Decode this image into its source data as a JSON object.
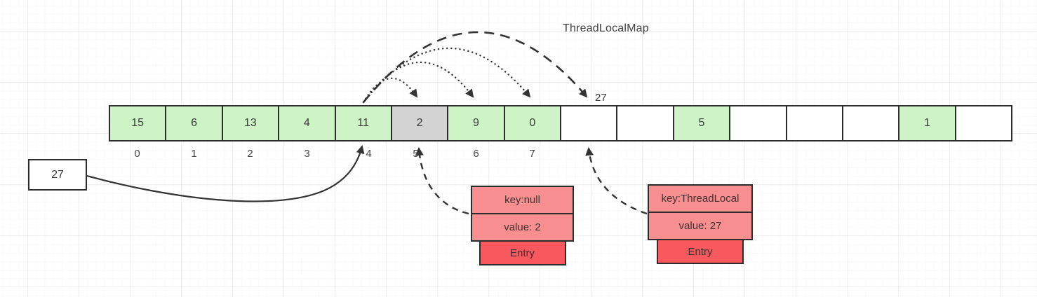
{
  "title": "ThreadLocalMap",
  "array": {
    "cells": [
      {
        "value": "15",
        "state": "green"
      },
      {
        "value": "6",
        "state": "green"
      },
      {
        "value": "13",
        "state": "green"
      },
      {
        "value": "4",
        "state": "green"
      },
      {
        "value": "11",
        "state": "green"
      },
      {
        "value": "2",
        "state": "gray"
      },
      {
        "value": "9",
        "state": "green"
      },
      {
        "value": "0",
        "state": "green"
      },
      {
        "value": "",
        "state": "empty"
      },
      {
        "value": "",
        "state": "empty"
      },
      {
        "value": "5",
        "state": "green"
      },
      {
        "value": "",
        "state": "empty"
      },
      {
        "value": "",
        "state": "empty"
      },
      {
        "value": "",
        "state": "empty"
      },
      {
        "value": "1",
        "state": "green"
      },
      {
        "value": "",
        "state": "empty"
      }
    ],
    "index_labels": [
      "0",
      "1",
      "2",
      "3",
      "4",
      "5",
      "6",
      "7"
    ]
  },
  "incoming_value_box": {
    "label": "27"
  },
  "collision_arrow_label": "27",
  "entries": {
    "stale": {
      "key": "key:null",
      "value": "value: 2",
      "tag": "Entry"
    },
    "live": {
      "key": "key:ThreadLocal",
      "value": "value: 27",
      "tag": "Entry"
    }
  },
  "colors": {
    "cell_green": "#cdf3c6",
    "cell_gray": "#d3d3d3",
    "cell_empty": "#ffffff",
    "entry_salmon": "#f78f91",
    "entry_red": "#f8585e",
    "stroke": "#333333"
  }
}
